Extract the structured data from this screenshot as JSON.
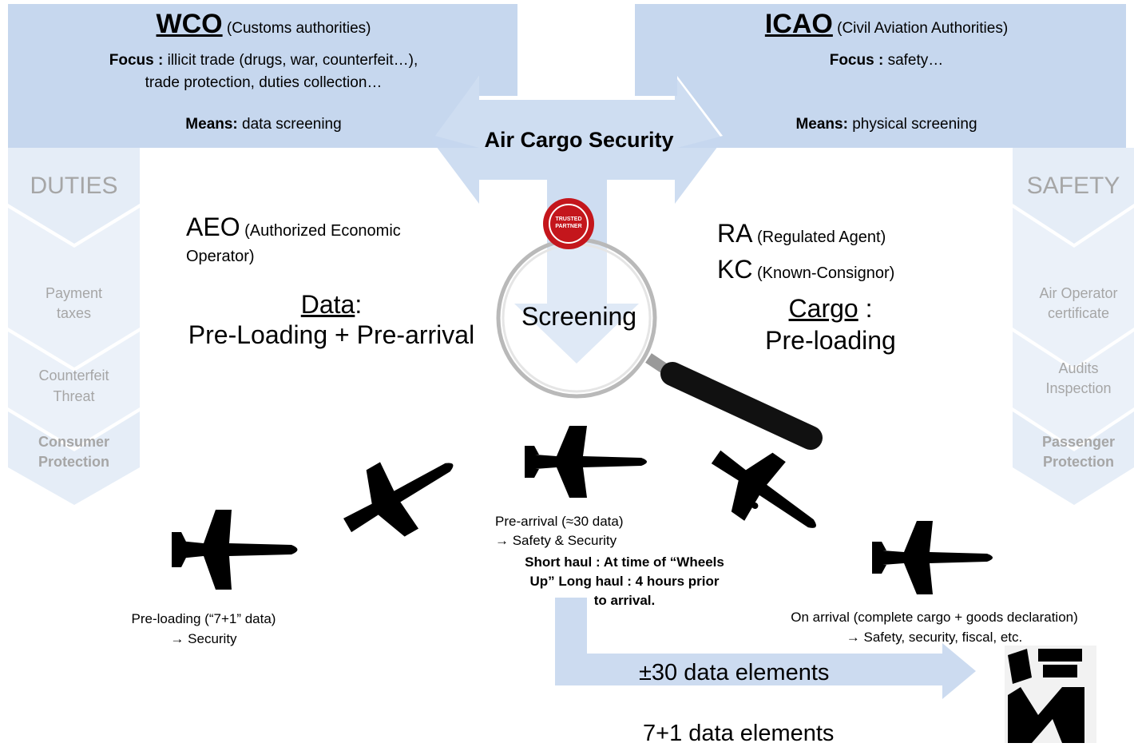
{
  "colors": {
    "arrow_fill": "#c6d7ee",
    "arrow_stroke": "#bcd0ea",
    "chevron_text": "#a6a6a6",
    "badge_red": "#c4161c"
  },
  "wco": {
    "acronym": "WCO",
    "subtitle": "(Customs authorities)",
    "focus_label": "Focus :",
    "focus_text": "illicit trade (drugs, war, counterfeit…),",
    "focus_text2": "trade protection, duties collection…",
    "means_label": "Means:",
    "means_text": "data screening"
  },
  "icao": {
    "acronym": "ICAO",
    "subtitle": "(Civil Aviation Authorities)",
    "focus_label": "Focus :",
    "focus_text": "safety…",
    "means_label": "Means:",
    "means_text": "physical screening"
  },
  "center_title": "Air Cargo Security",
  "screening_label": "Screening",
  "badge_text": "TRUSTED PARTNER",
  "left_column": {
    "title": "DUTIES",
    "items": [
      {
        "line1": "Payment",
        "line2": "taxes"
      },
      {
        "line1": "Counterfeit",
        "line2": "Threat"
      },
      {
        "line1": "Consumer",
        "line2": "Protection"
      }
    ]
  },
  "right_column": {
    "title": "SAFETY",
    "items": [
      {
        "line1": "Air Operator",
        "line2": "certificate"
      },
      {
        "line1": "Audits",
        "line2": "Inspection"
      },
      {
        "line1": "Passenger",
        "line2": "Protection"
      }
    ]
  },
  "aeo": {
    "acronym": "AEO",
    "desc1": "(Authorized Economic",
    "desc2": "Operator)",
    "data_label": "Data",
    "data_colon": ":",
    "data_text": "Pre-Loading + Pre-arrival"
  },
  "ra": {
    "acronym": "RA",
    "desc": "(Regulated Agent)",
    "kc_acronym": "KC",
    "kc_desc": "(Known-Consignor)",
    "cargo_label": "Cargo",
    "cargo_colon": " :",
    "cargo_text": "Pre-loading"
  },
  "timeline": {
    "preloading_line1": "Pre-loading (“7+1” data)",
    "preloading_line2": "→ Security",
    "prearrival_line1": "Pre-arrival (≈30 data)",
    "prearrival_line2": "→ Safety & Security",
    "prearrival_bold1": "Short haul : At time of “Wheels",
    "prearrival_bold2": "Up” Long haul : 4 hours prior",
    "prearrival_bold3": "to arrival.",
    "arrival_line1": "On arrival (complete cargo + goods declaration)",
    "arrival_line2": "→ Safety, security, fiscal, etc."
  },
  "bottom": {
    "data30": "±30 data elements",
    "data7": "7+1 data elements"
  }
}
